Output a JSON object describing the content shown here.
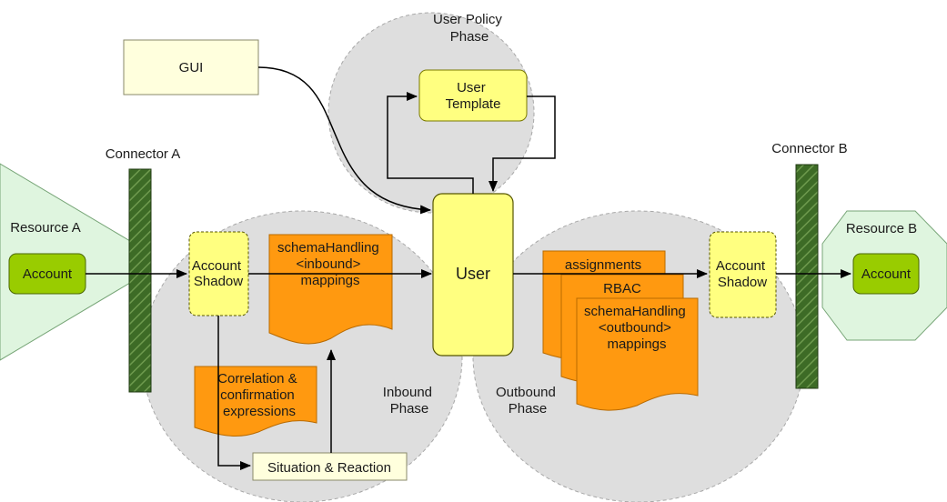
{
  "phases": {
    "user_policy": [
      "User Policy",
      "Phase"
    ],
    "inbound": [
      "Inbound",
      "Phase"
    ],
    "outbound": [
      "Outbound",
      "Phase"
    ]
  },
  "connectors": {
    "a": "Connector A",
    "b": "Connector B"
  },
  "resources": {
    "a": {
      "label": "Resource A",
      "account": "Account"
    },
    "b": {
      "label": "Resource B",
      "account": "Account"
    }
  },
  "gui": "GUI",
  "user_template": [
    "User",
    "Template"
  ],
  "user": "User",
  "account_shadow_left": [
    "Account",
    "Shadow"
  ],
  "account_shadow_right": [
    "Account",
    "Shadow"
  ],
  "schema_inbound": [
    "schemaHandling",
    "<inbound>",
    "mappings"
  ],
  "correlation": [
    "Correlation &",
    "confirmation",
    "expressions"
  ],
  "situation": "Situation & Reaction",
  "outbound_docs": {
    "assignments": "assignments",
    "rbac": "RBAC",
    "schema_outbound": [
      "schemaHandling",
      "<outbound>",
      "mappings"
    ]
  },
  "colors": {
    "phase_fill": "#dedede",
    "yellow": "#ffff80",
    "orange": "#ff9910",
    "pale_yellow": "#ffffdd",
    "pale_green": "#dff5df",
    "green_box": "#99cc00",
    "dark_green": "#3d6b26"
  }
}
